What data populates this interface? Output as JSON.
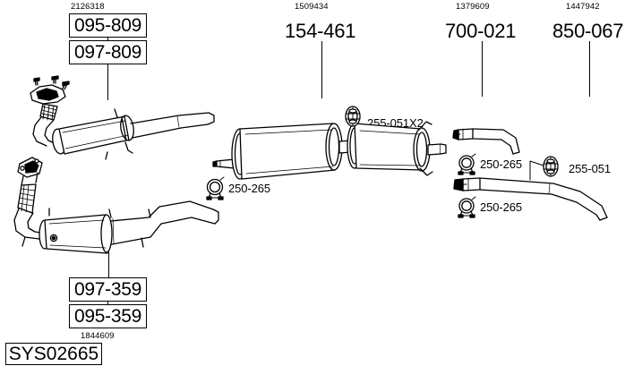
{
  "diagram": {
    "title": "SYS02665",
    "system_code": "SYS02665",
    "background_color": "#ffffff",
    "line_color": "#000000",
    "type": "exhaust-system-parts-diagram"
  },
  "columns": [
    {
      "id": "front-pipe-group",
      "oe_number_top": "2126318",
      "oe_number_bottom": "1844609",
      "boxes_top": [
        "095-809",
        "097-809"
      ],
      "boxes_bottom": [
        "097-359",
        "095-359"
      ]
    },
    {
      "id": "centre-silencer",
      "oe_number": "1509434",
      "part_number": "154-461"
    },
    {
      "id": "rear-pipe",
      "oe_number": "1379609",
      "part_number": "700-021"
    },
    {
      "id": "tail-pipe",
      "oe_number": "1447942",
      "part_number": "850-067"
    }
  ],
  "accessories": [
    {
      "id": "clamp-centre",
      "label": "250-265",
      "icon": "exhaust-clamp-icon"
    },
    {
      "id": "gasket-centre",
      "label": "255-051X2",
      "icon": "exhaust-gasket-icon"
    },
    {
      "id": "clamp-right-upper",
      "label": "250-265",
      "icon": "exhaust-clamp-icon"
    },
    {
      "id": "clamp-right-lower",
      "label": "250-265",
      "icon": "exhaust-clamp-icon"
    },
    {
      "id": "gasket-right",
      "label": "255-051",
      "icon": "exhaust-gasket-icon"
    }
  ],
  "parts_graphics": [
    {
      "id": "front-pipe-with-silencer-upper",
      "description": "front exhaust pipe with flange and centre silencer"
    },
    {
      "id": "catalytic-converter-assembly-lower",
      "description": "front pipe with catalytic converter and rear bend"
    },
    {
      "id": "centre-rear-silencer-assembly",
      "description": "twin-body centre and rear silencer"
    },
    {
      "id": "rear-connecting-pipe",
      "description": "short bent connecting pipe"
    },
    {
      "id": "tail-pipe-long",
      "description": "long tail pipe with downturn"
    }
  ]
}
